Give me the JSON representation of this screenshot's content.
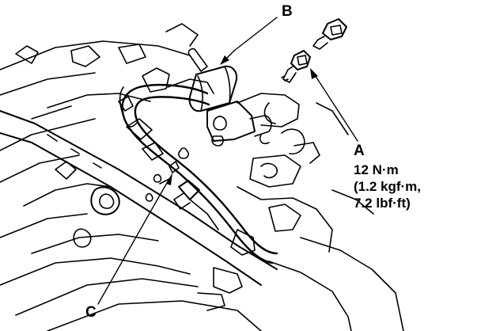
{
  "callouts": {
    "a": "A",
    "b": "B",
    "c": "C"
  },
  "torque_spec": {
    "line1": "12 N·m",
    "line2": "(1.2 kgf·m,",
    "line3": "7.2 lbf·ft)"
  },
  "colors": {
    "ink": "#000000",
    "paper": "#ffffff"
  }
}
